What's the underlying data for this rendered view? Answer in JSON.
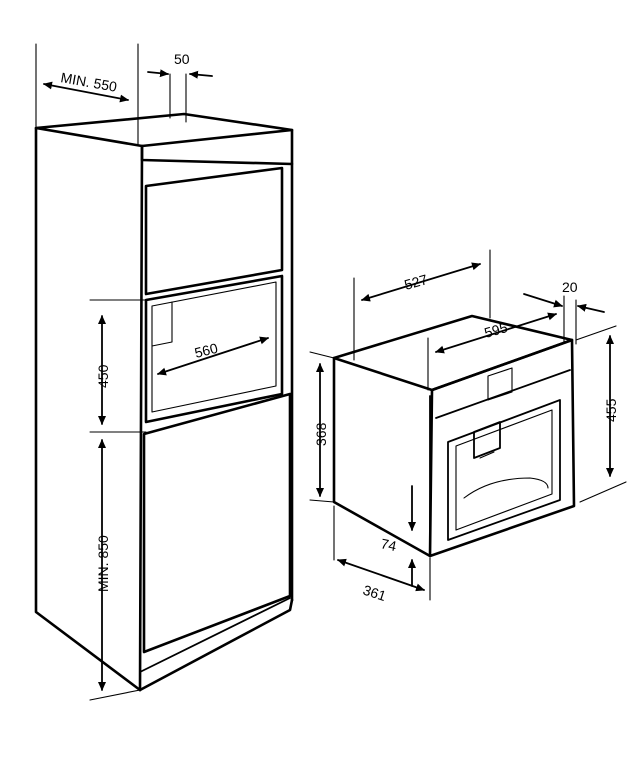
{
  "dimensions": {
    "min_550": "MIN. 550",
    "d50": "50",
    "d560": "560",
    "d450": "450",
    "min_850": "MIN. 850",
    "d527": "527",
    "d20": "20",
    "d595": "595",
    "d368": "368",
    "d455": "455",
    "d74": "74",
    "d361": "361"
  },
  "colors": {
    "line": "#000000",
    "background": "#ffffff"
  }
}
